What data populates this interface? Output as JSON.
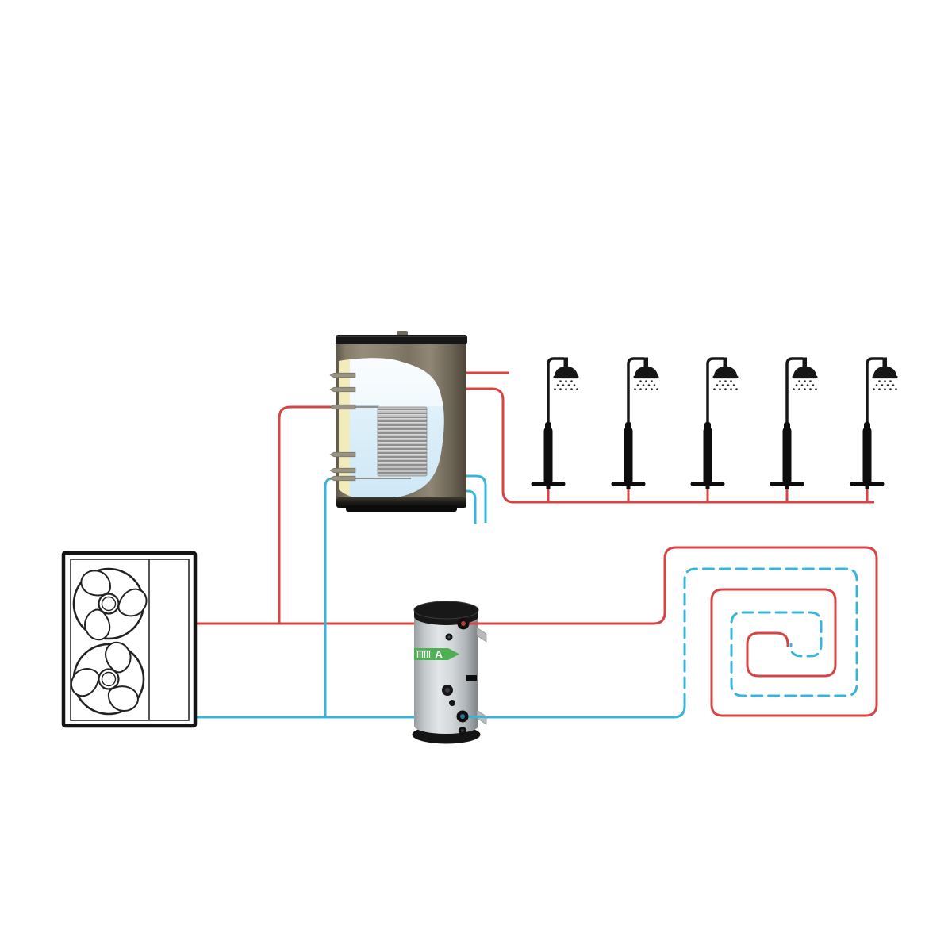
{
  "meta": {
    "title": "Air-source heat pump domestic hot water and underfloor heating system diagram",
    "background": "#ffffff"
  },
  "colors": {
    "hot-pipe": "#d64545",
    "cold-pipe": "#3ab5d9",
    "energy-green": "#4db052"
  },
  "heat_pump": {
    "name": "heat-pump-outdoor-unit",
    "fan_count": 2
  },
  "dhw_tank": {
    "name": "hot-water-storage-tank",
    "features": [
      "cutaway-view",
      "internal-coil-heat-exchanger",
      "side-fittings"
    ]
  },
  "buffer_tank": {
    "name": "buffer-tank",
    "energy_label": "A"
  },
  "showers": {
    "count": 5
  },
  "floor_heating": {
    "name": "underfloor-heating-spiral-loop",
    "supply_line_style": "solid-red",
    "return_line_style": "dashed-blue"
  }
}
